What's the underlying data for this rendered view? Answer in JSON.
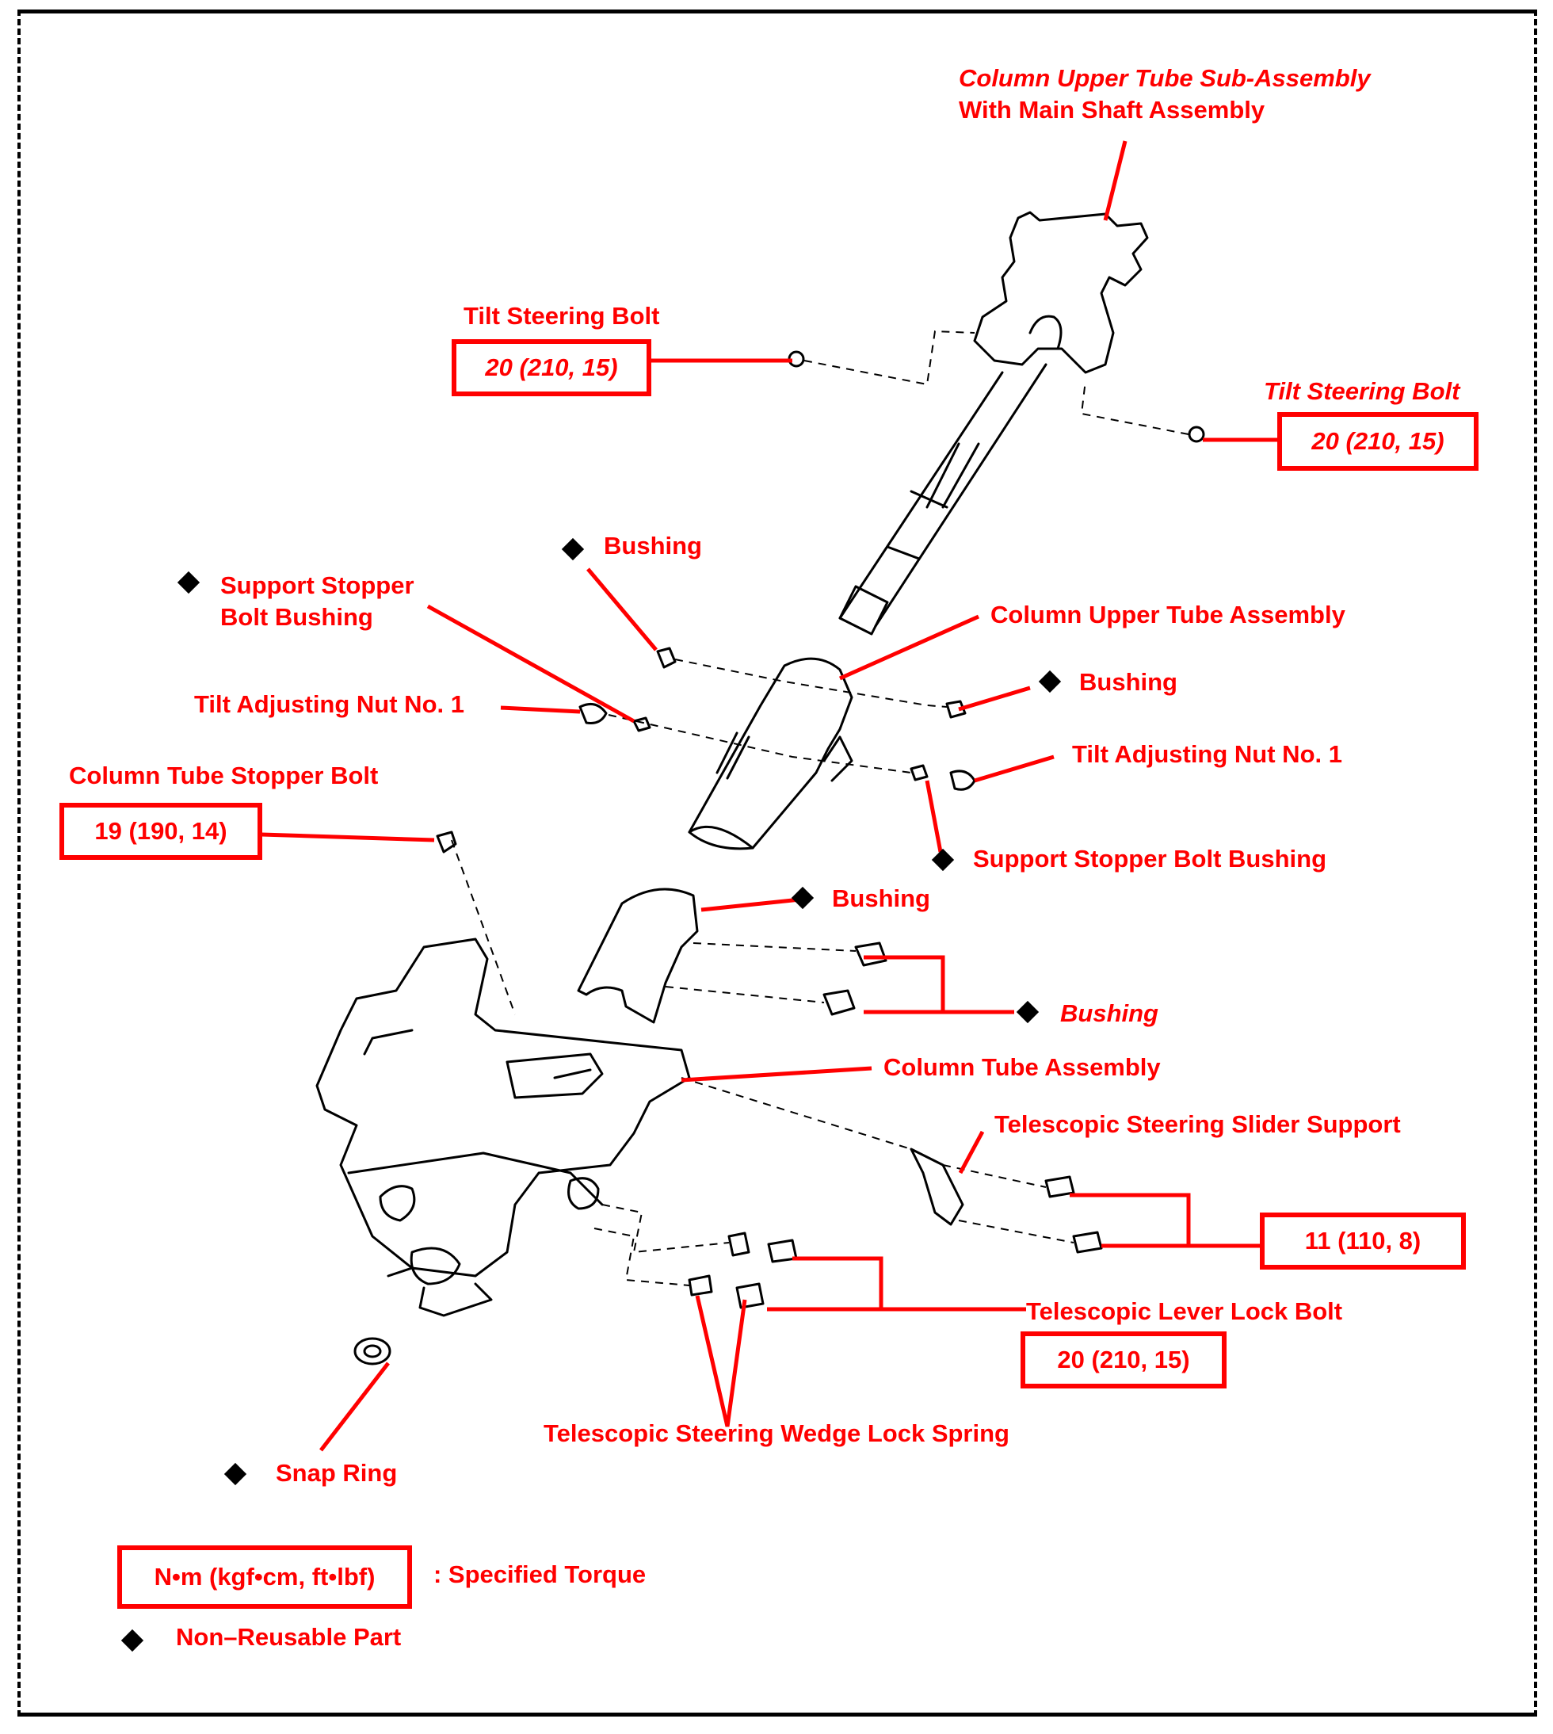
{
  "diagram": {
    "title": "Steering Column Exploded View",
    "accent_color": "#ff0000",
    "line_color": "#000000",
    "parts": [
      {
        "id": "upper-tube-sub-assembly",
        "line1": "Column Upper Tube Sub-Assembly",
        "line2": "With Main Shaft Assembly",
        "non_reusable": false
      },
      {
        "id": "tilt-steering-bolt-left",
        "label": "Tilt Steering Bolt",
        "torque": "20 (210, 15)",
        "non_reusable": false
      },
      {
        "id": "tilt-steering-bolt-right",
        "label": "Tilt Steering Bolt",
        "torque": "20 (210, 15)",
        "non_reusable": false
      },
      {
        "id": "bushing-upper-left",
        "label": "Bushing",
        "non_reusable": true
      },
      {
        "id": "support-stopper-bolt-bushing-left",
        "line1": "Support Stopper",
        "line2": "Bolt Bushing",
        "non_reusable": true
      },
      {
        "id": "column-upper-tube-assembly",
        "label": "Column Upper Tube Assembly",
        "non_reusable": false
      },
      {
        "id": "bushing-upper-right",
        "label": "Bushing",
        "non_reusable": true
      },
      {
        "id": "tilt-adjusting-nut-left",
        "label": "Tilt Adjusting Nut No. 1",
        "non_reusable": false
      },
      {
        "id": "tilt-adjusting-nut-right",
        "label": "Tilt Adjusting Nut No. 1",
        "non_reusable": false
      },
      {
        "id": "column-tube-stopper-bolt",
        "label": "Column Tube Stopper Bolt",
        "torque": "19 (190, 14)",
        "non_reusable": false
      },
      {
        "id": "support-stopper-bolt-bushing-right",
        "label": "Support Stopper Bolt Bushing",
        "non_reusable": true
      },
      {
        "id": "bushing-middle",
        "label": "Bushing",
        "non_reusable": true
      },
      {
        "id": "bushing-lower",
        "label": "Bushing",
        "non_reusable": true
      },
      {
        "id": "column-tube-assembly",
        "label": "Column Tube Assembly",
        "non_reusable": false
      },
      {
        "id": "telescopic-steering-slider-support",
        "label": "Telescopic Steering Slider Support",
        "torque": "11 (110, 8)",
        "non_reusable": false
      },
      {
        "id": "telescopic-lever-lock-bolt",
        "label": "Telescopic Lever Lock Bolt",
        "torque": "20 (210, 15)",
        "non_reusable": false
      },
      {
        "id": "telescopic-steering-wedge-lock-spring",
        "label": "Telescopic Steering Wedge Lock Spring",
        "non_reusable": false
      },
      {
        "id": "snap-ring",
        "label": "Snap Ring",
        "non_reusable": true
      }
    ]
  },
  "legend": {
    "torque_unit": "N•m (kgf•cm, ft•lbf)",
    "torque_desc": ": Specified Torque",
    "non_reusable_desc": "Non–Reusable Part",
    "non_reusable_icon": "black-diamond-icon"
  }
}
